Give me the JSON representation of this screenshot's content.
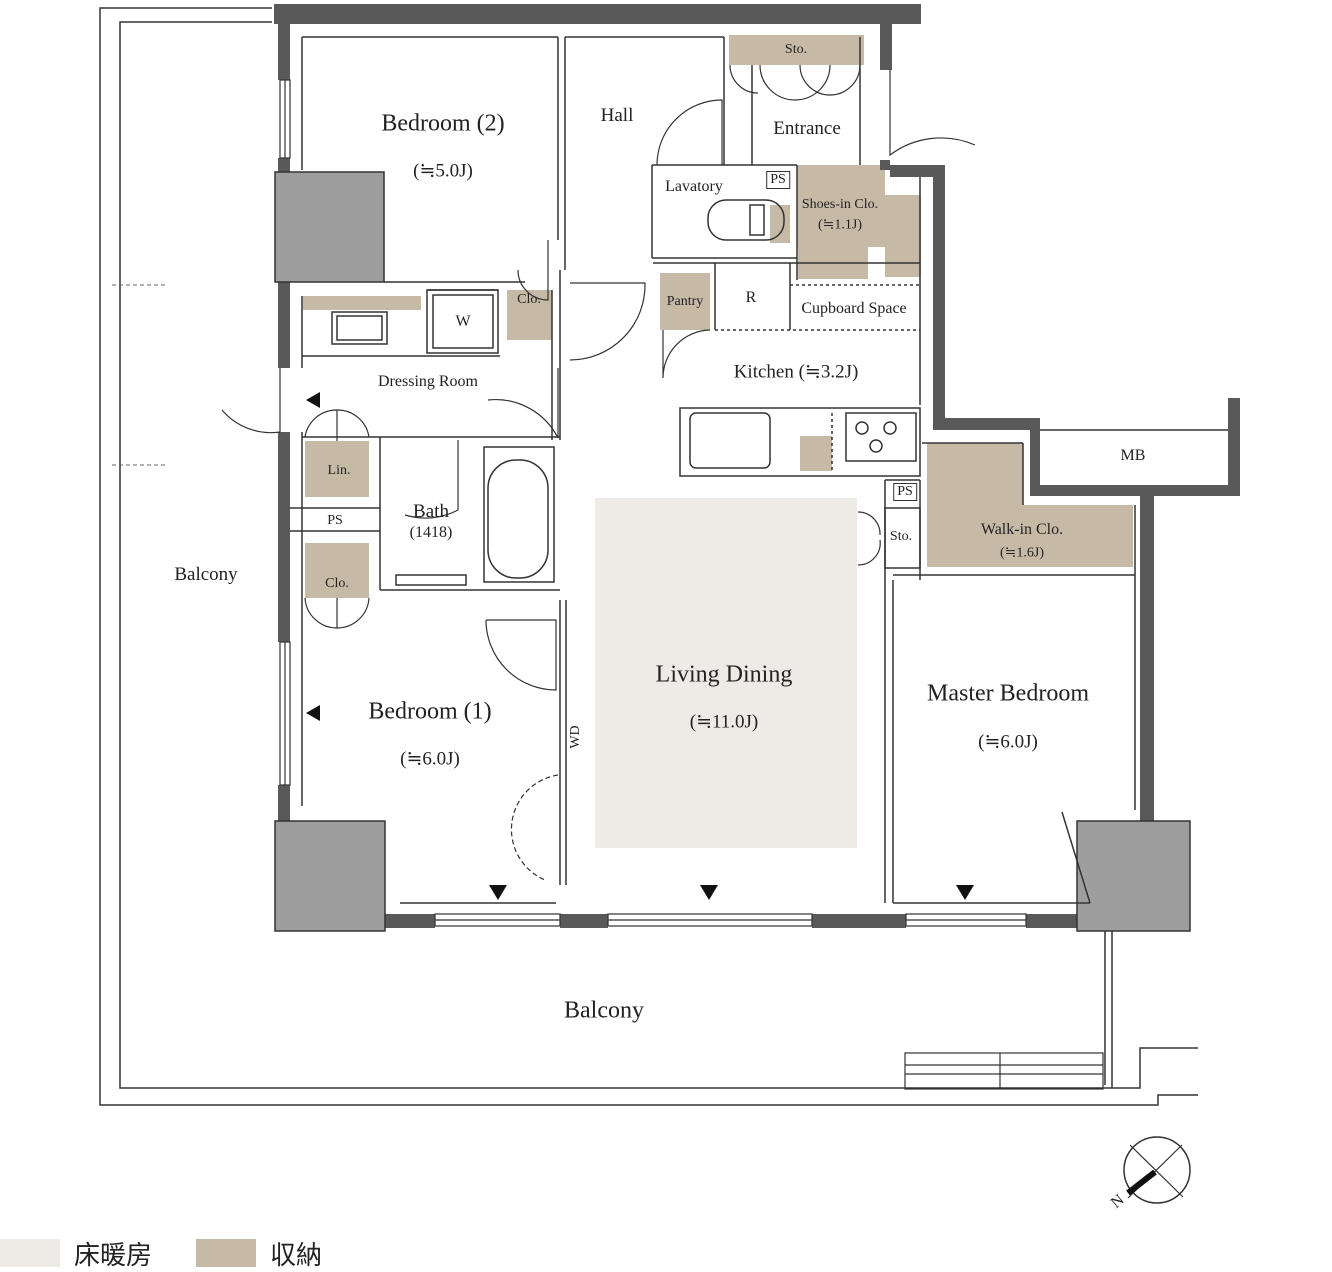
{
  "rooms": {
    "bedroom2": {
      "name": "Bedroom (2)",
      "area": "(≒5.0J)"
    },
    "hall": "Hall",
    "sto_top": "Sto.",
    "entrance": "Entrance",
    "lavatory": "Lavatory",
    "ps_lav": "PS",
    "shoes_in": {
      "name": "Shoes-in Clo.",
      "area": "(≒1.1J)"
    },
    "clo_top": "Clo.",
    "w": "W",
    "pantry": "Pantry",
    "r": "R",
    "cupboard": "Cupboard Space",
    "dressing": "Dressing Room",
    "kitchen": "Kitchen (≒3.2J)",
    "lin": "Lin.",
    "bath": {
      "name": "Bath",
      "size": "(1418)"
    },
    "ps_left": "PS",
    "clo_left": "Clo.",
    "mb": "MB",
    "ps_right": "PS",
    "sto_right": "Sto.",
    "walkin": {
      "name": "Walk-in Clo.",
      "area": "(≒1.6J)"
    },
    "balcony_left": "Balcony",
    "living": {
      "name": "Living Dining",
      "area": "(≒11.0J)"
    },
    "master": {
      "name": "Master Bedroom",
      "area": "(≒6.0J)"
    },
    "bedroom1": {
      "name": "Bedroom (1)",
      "area": "(≒6.0J)"
    },
    "wd": "WD",
    "balcony_bottom": "Balcony"
  },
  "compass": {
    "north_label": "N"
  },
  "legend": [
    {
      "label": "床暖房",
      "color": "#eeebe6"
    },
    {
      "label": "収納",
      "color": "#c6baa6"
    }
  ],
  "colors": {
    "wall": "#595959",
    "column": "#9e9e9e",
    "storage": "#c6baa6",
    "floor_heating": "#eeebe6",
    "line": "#333333"
  }
}
